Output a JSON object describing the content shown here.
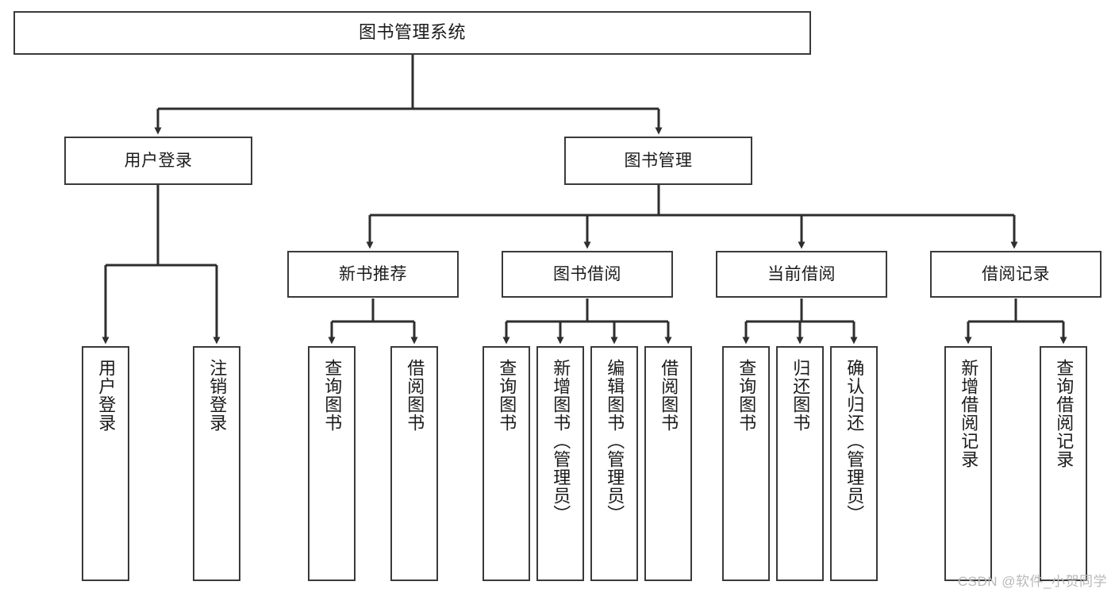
{
  "diagram": {
    "title": "图书管理系统",
    "watermark": "CSDN @软件_小贺同学",
    "colors": {
      "box_border": "#3a3a3a",
      "box_fill": "#ffffff",
      "connector": "#2e2e2e",
      "text": "#1b1b1b",
      "watermark": "#b9b9b9"
    },
    "nodes": {
      "root": {
        "label": "图书管理系统"
      },
      "level2": [
        {
          "label": "用户登录"
        },
        {
          "label": "图书管理"
        }
      ],
      "level3": [
        {
          "label": "新书推荐"
        },
        {
          "label": "图书借阅"
        },
        {
          "label": "当前借阅"
        },
        {
          "label": "借阅记录"
        }
      ],
      "leaves_user_login": [
        {
          "label": "用户登录"
        },
        {
          "label": "注销登录"
        }
      ],
      "leaves_new_book": [
        {
          "label": "查询图书"
        },
        {
          "label": "借阅图书"
        }
      ],
      "leaves_borrow": [
        {
          "label": "查询图书"
        },
        {
          "label": "新增图书（管理员）"
        },
        {
          "label": "编辑图书（管理员）"
        },
        {
          "label": "借阅图书"
        }
      ],
      "leaves_current": [
        {
          "label": "查询图书"
        },
        {
          "label": "归还图书"
        },
        {
          "label": "确认归还（管理员）"
        }
      ],
      "leaves_records": [
        {
          "label": "新增借阅记录"
        },
        {
          "label": "查询借阅记录"
        }
      ]
    }
  }
}
